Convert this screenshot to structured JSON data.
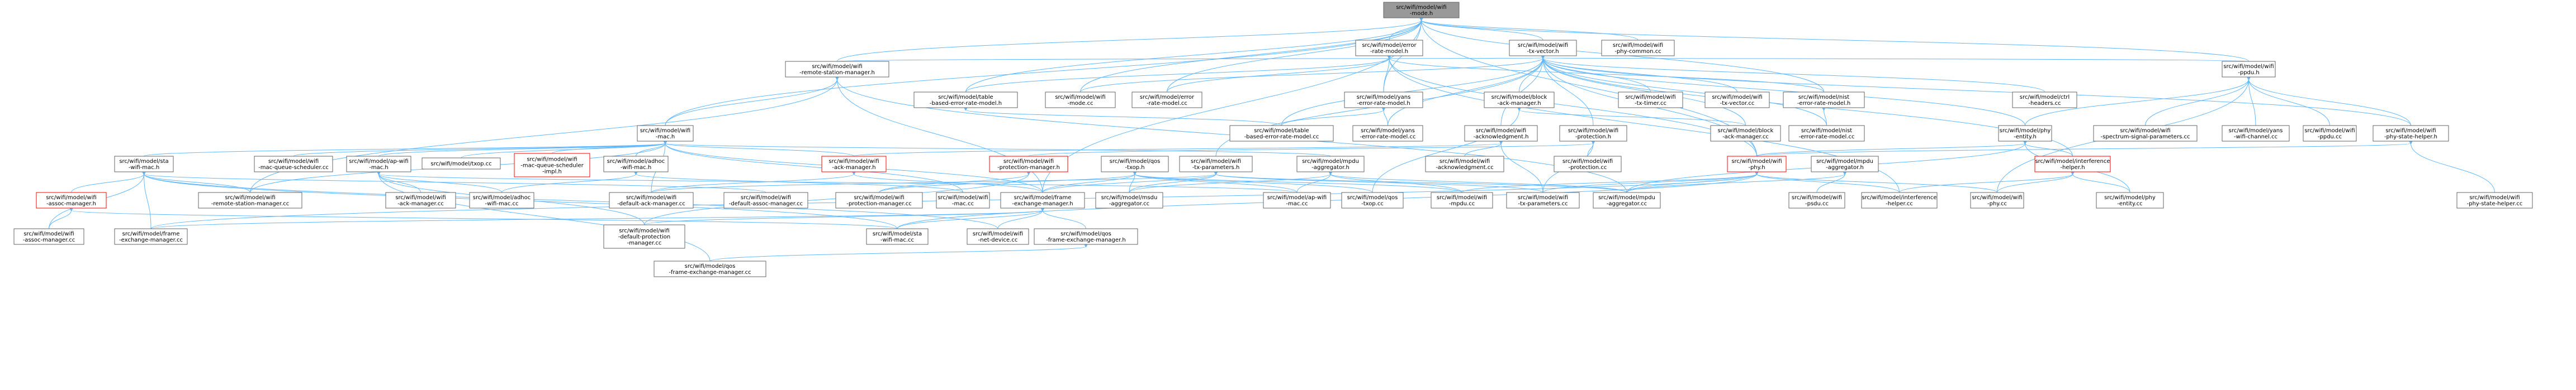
{
  "colors": {
    "edge": "#63b8ff",
    "root_fill": "#999999",
    "node_border": "#666666",
    "red_border": "#ff0000"
  },
  "nodes": [
    {
      "id": "root",
      "lines": [
        "src/wifi/model/wifi",
        "-mode.h"
      ],
      "root": true
    },
    {
      "id": "err_rate_h",
      "lines": [
        "src/wifi/model/error",
        "-rate-model.h"
      ]
    },
    {
      "id": "txvector_h",
      "lines": [
        "src/wifi/model/wifi",
        "-tx-vector.h"
      ]
    },
    {
      "id": "phycommon",
      "lines": [
        "src/wifi/model/wifi",
        "-phy-common.cc"
      ]
    },
    {
      "id": "rsm_h",
      "lines": [
        "src/wifi/model/wifi",
        "-remote-station-manager.h"
      ]
    },
    {
      "id": "table_h",
      "lines": [
        "src/wifi/model/table",
        "-based-error-rate-model.h"
      ]
    },
    {
      "id": "mode_cc",
      "lines": [
        "src/wifi/model/wifi",
        "-mode.cc"
      ]
    },
    {
      "id": "err_rate_cc",
      "lines": [
        "src/wifi/model/error",
        "-rate-model.cc"
      ]
    },
    {
      "id": "yans_err_h",
      "lines": [
        "src/wifi/model/yans",
        "-error-rate-model.h"
      ]
    },
    {
      "id": "block_ack_mgr_h",
      "lines": [
        "src/wifi/model/block",
        "-ack-manager.h"
      ]
    },
    {
      "id": "txtimer",
      "lines": [
        "src/wifi/model/wifi",
        "-tx-timer.cc"
      ]
    },
    {
      "id": "txvector_cc",
      "lines": [
        "src/wifi/model/wifi",
        "-tx-vector.cc"
      ]
    },
    {
      "id": "mist_h",
      "lines": [
        "src/wifi/model/nist",
        "-error-rate-model.h"
      ]
    },
    {
      "id": "ctrl_headers",
      "lines": [
        "src/wifi/model/ctrl",
        "-headers.cc"
      ]
    },
    {
      "id": "ppdu_h",
      "lines": [
        "src/wifi/model/wifi",
        "-ppdu.h"
      ]
    },
    {
      "id": "mac_h",
      "lines": [
        "src/wifi/model/wifi",
        "-mac.h"
      ]
    },
    {
      "id": "table_cc",
      "lines": [
        "src/wifi/model/table",
        "-based-error-rate-model.cc"
      ]
    },
    {
      "id": "yans_err_cc",
      "lines": [
        "src/wifi/model/yans",
        "-error-rate-model.cc"
      ]
    },
    {
      "id": "ackn_h",
      "lines": [
        "src/wifi/model/wifi",
        "-acknowledgment.h"
      ]
    },
    {
      "id": "prot_h",
      "lines": [
        "src/wifi/model/wifi",
        "-protection.h"
      ]
    },
    {
      "id": "block_ack_mgr_cc",
      "lines": [
        "src/wifi/model/block",
        "-ack-manager.cc"
      ]
    },
    {
      "id": "mist_cc",
      "lines": [
        "src/wifi/model/nist",
        "-error-rate-model.cc"
      ]
    },
    {
      "id": "phy_entity_h",
      "lines": [
        "src/wifi/model/phy",
        "-entity.h"
      ]
    },
    {
      "id": "spectrum_sig",
      "lines": [
        "src/wifi/model/wifi",
        "-spectrum-signal-parameters.cc"
      ]
    },
    {
      "id": "yans_channel",
      "lines": [
        "src/wifi/model/yans",
        "-wifi-channel.cc"
      ]
    },
    {
      "id": "ppdu_cc",
      "lines": [
        "src/wifi/model/wifi",
        "-ppdu.cc"
      ]
    },
    {
      "id": "phy_state_h",
      "lines": [
        "src/wifi/model/wifi",
        "-phy-state-helper.h"
      ]
    },
    {
      "id": "sta_mac_h",
      "lines": [
        "src/wifi/model/sta",
        "-wifi-mac.h"
      ]
    },
    {
      "id": "mac_qsched",
      "lines": [
        "src/wifi/model/wifi",
        "-mac-queue-scheduler.cc"
      ]
    },
    {
      "id": "ap_mac_h",
      "lines": [
        "src/wifi/model/ap-wifi",
        "-mac.h"
      ]
    },
    {
      "id": "txop_cc",
      "lines": [
        "src/wifi/model/txop.cc"
      ]
    },
    {
      "id": "mac_qsched_impl",
      "lines": [
        "src/wifi/model/wifi",
        "-mac-queue-scheduler",
        "-impl.h"
      ],
      "red": true
    },
    {
      "id": "adhoc_h",
      "lines": [
        "src/wifi/model/adhoc",
        "-wifi-mac.h"
      ]
    },
    {
      "id": "ack_mgr_h",
      "lines": [
        "src/wifi/model/wifi",
        "-ack-manager.h"
      ],
      "red": true
    },
    {
      "id": "prot_mgr_h",
      "lines": [
        "src/wifi/model/wifi",
        "-protection-manager.h"
      ],
      "red": true
    },
    {
      "id": "qos_txop_h",
      "lines": [
        "src/wifi/model/qos",
        "-txop.h"
      ]
    },
    {
      "id": "txparams_h",
      "lines": [
        "src/wifi/model/wifi",
        "-tx-parameters.h"
      ]
    },
    {
      "id": "mpdu_agg_h",
      "lines": [
        "src/wifi/model/mpdu",
        "-aggregator.h"
      ]
    },
    {
      "id": "ackn_cc",
      "lines": [
        "src/wifi/model/wifi",
        "-acknowledgment.cc"
      ]
    },
    {
      "id": "prot_cc",
      "lines": [
        "src/wifi/model/wifi",
        "-protection.cc"
      ]
    },
    {
      "id": "phy_h",
      "lines": [
        "src/wifi/model/wifi",
        "-phy.h"
      ],
      "red": true
    },
    {
      "id": "mpdu_agg2_h",
      "lines": [
        "src/wifi/model/mpdu",
        "-aggregator.h"
      ]
    },
    {
      "id": "interf_h",
      "lines": [
        "src/wifi/model/interference",
        "-helper.h"
      ],
      "red": true
    },
    {
      "id": "assoc_mgr_h",
      "lines": [
        "src/wifi/model/wifi",
        "-assoc-manager.h"
      ],
      "red": true
    },
    {
      "id": "rsm_cc",
      "lines": [
        "src/wifi/model/wifi",
        "-remote-station-manager.cc"
      ]
    },
    {
      "id": "ack_mgr_cc",
      "lines": [
        "src/wifi/model/wifi",
        "-ack-manager.cc"
      ]
    },
    {
      "id": "adhoc_cc",
      "lines": [
        "src/wifi/model/adhoc",
        "-wifi-mac.cc"
      ]
    },
    {
      "id": "def_ack_cc",
      "lines": [
        "src/wifi/model/wifi",
        "-default-ack-manager.cc"
      ]
    },
    {
      "id": "def_assoc_cc",
      "lines": [
        "src/wifi/model/wifi",
        "-default-assoc-manager.cc"
      ]
    },
    {
      "id": "prot_mgr_cc",
      "lines": [
        "src/wifi/model/wifi",
        "-protection-manager.cc"
      ]
    },
    {
      "id": "mac_cc",
      "lines": [
        "src/wifi/model/wifi",
        "-mac.cc"
      ]
    },
    {
      "id": "fem_h",
      "lines": [
        "src/wifi/model/frame",
        "-exchange-manager.h"
      ]
    },
    {
      "id": "mpdu_agg_cc",
      "lines": [
        "src/wifi/model/msdu",
        "-aggregator.cc"
      ]
    },
    {
      "id": "ap_mac_cc",
      "lines": [
        "src/wifi/model/ap-wifi",
        "-mac.cc"
      ]
    },
    {
      "id": "qos_txop_cc",
      "lines": [
        "src/wifi/model/qos",
        "-txop.cc"
      ]
    },
    {
      "id": "mpdu_cc",
      "lines": [
        "src/wifi/model/wifi",
        "-mpdu.cc"
      ]
    },
    {
      "id": "txparams_cc",
      "lines": [
        "src/wifi/model/wifi",
        "-tx-parameters.cc"
      ]
    },
    {
      "id": "mpdu_agg2_cc",
      "lines": [
        "src/wifi/model/mpdu",
        "-aggregator.cc"
      ]
    },
    {
      "id": "psdu_cc",
      "lines": [
        "src/wifi/model/wifi",
        "-psdu.cc"
      ]
    },
    {
      "id": "interf_cc",
      "lines": [
        "src/wifi/model/interference",
        "-helper.cc"
      ]
    },
    {
      "id": "phy_cc",
      "lines": [
        "src/wifi/model/wifi",
        "-phy.cc"
      ]
    },
    {
      "id": "phy_entity_cc",
      "lines": [
        "src/wifi/model/phy",
        "-entity.cc"
      ]
    },
    {
      "id": "phy_state_cc",
      "lines": [
        "src/wifi/model/wifi",
        "-phy-state-helper.cc"
      ]
    },
    {
      "id": "assoc_mgr_cc",
      "lines": [
        "src/wifi/model/wifi",
        "-assoc-manager.cc"
      ]
    },
    {
      "id": "fem_cc",
      "lines": [
        "src/wifi/model/frame",
        "-exchange-manager.cc"
      ]
    },
    {
      "id": "def_prot_cc",
      "lines": [
        "src/wifi/model/wifi",
        "-default-protection",
        "-manager.cc"
      ]
    },
    {
      "id": "sta_mac_cc",
      "lines": [
        "src/wifi/model/sta",
        "-wifi-mac.cc"
      ]
    },
    {
      "id": "netdev_cc",
      "lines": [
        "src/wifi/model/wifi",
        "-net-device.cc"
      ]
    },
    {
      "id": "qos_fem_h",
      "lines": [
        "src/wifi/model/qos",
        "-frame-exchange-manager.h"
      ]
    },
    {
      "id": "qos_fem_cc",
      "lines": [
        "src/wifi/model/qos",
        "-frame-exchange-manager.cc"
      ]
    }
  ],
  "edges": [
    [
      "root",
      "err_rate_h"
    ],
    [
      "root",
      "txvector_h"
    ],
    [
      "root",
      "phycommon"
    ],
    [
      "root",
      "rsm_h"
    ],
    [
      "root",
      "table_h"
    ],
    [
      "root",
      "mode_cc"
    ],
    [
      "root",
      "err_rate_cc"
    ],
    [
      "root",
      "yans_err_h"
    ],
    [
      "root",
      "mist_h"
    ],
    [
      "root",
      "ppdu_h"
    ],
    [
      "root",
      "phy_h"
    ],
    [
      "root",
      "mac_h"
    ],
    [
      "root",
      "fem_h"
    ],
    [
      "err_rate_h",
      "table_h"
    ],
    [
      "err_rate_h",
      "err_rate_cc"
    ],
    [
      "err_rate_h",
      "yans_err_h"
    ],
    [
      "err_rate_h",
      "mist_h"
    ],
    [
      "err_rate_h",
      "phy_h"
    ],
    [
      "err_rate_h",
      "interf_cc"
    ],
    [
      "txvector_h",
      "mode_cc"
    ],
    [
      "txvector_h",
      "block_ack_mgr_h"
    ],
    [
      "txvector_h",
      "txtimer"
    ],
    [
      "txvector_h",
      "txvector_cc"
    ],
    [
      "txvector_h",
      "ctrl_headers"
    ],
    [
      "txvector_h",
      "ppdu_h"
    ],
    [
      "txvector_h",
      "rsm_h"
    ],
    [
      "txvector_h",
      "ackn_h"
    ],
    [
      "txvector_h",
      "prot_h"
    ],
    [
      "txvector_h",
      "table_cc"
    ],
    [
      "txvector_h",
      "yans_err_cc"
    ],
    [
      "txvector_h",
      "block_ack_mgr_cc"
    ],
    [
      "txvector_h",
      "phy_entity_h"
    ],
    [
      "txvector_h",
      "phy_state_h"
    ],
    [
      "txvector_h",
      "mist_cc"
    ],
    [
      "txvector_h",
      "interf_h"
    ],
    [
      "txvector_h",
      "phy_h"
    ],
    [
      "txvector_h",
      "txparams_h"
    ],
    [
      "rsm_h",
      "mac_h"
    ],
    [
      "rsm_h",
      "rsm_cc"
    ],
    [
      "rsm_h",
      "fem_h"
    ],
    [
      "rsm_h",
      "mpdu_agg2_cc"
    ],
    [
      "table_h",
      "table_cc"
    ],
    [
      "yans_err_h",
      "table_cc"
    ],
    [
      "yans_err_h",
      "yans_err_cc"
    ],
    [
      "mist_h",
      "mist_cc"
    ],
    [
      "block_ack_mgr_h",
      "block_ack_mgr_cc"
    ],
    [
      "block_ack_mgr_h",
      "qos_txop_cc"
    ],
    [
      "ppdu_h",
      "spectrum_sig"
    ],
    [
      "ppdu_h",
      "yans_channel"
    ],
    [
      "ppdu_h",
      "ppdu_cc"
    ],
    [
      "ppdu_h",
      "phy_state_h"
    ],
    [
      "ppdu_h",
      "phy_entity_h"
    ],
    [
      "ppdu_h",
      "phy_cc"
    ],
    [
      "ackn_h",
      "ackn_cc"
    ],
    [
      "ackn_h",
      "ack_mgr_h"
    ],
    [
      "ackn_h",
      "txparams_cc"
    ],
    [
      "prot_h",
      "prot_cc"
    ],
    [
      "prot_h",
      "prot_mgr_h"
    ],
    [
      "prot_h",
      "txparams_cc"
    ],
    [
      "phy_entity_h",
      "phy_h"
    ],
    [
      "phy_entity_h",
      "interf_h"
    ],
    [
      "phy_entity_h",
      "phy_entity_cc"
    ],
    [
      "phy_entity_h",
      "mpdu_agg2_cc"
    ],
    [
      "phy_state_h",
      "phy_state_cc"
    ],
    [
      "phy_state_h",
      "phy_h"
    ],
    [
      "mac_h",
      "sta_mac_h"
    ],
    [
      "mac_h",
      "mac_qsched"
    ],
    [
      "mac_h",
      "ap_mac_h"
    ],
    [
      "mac_h",
      "txop_cc"
    ],
    [
      "mac_h",
      "mac_qsched_impl"
    ],
    [
      "mac_h",
      "adhoc_h"
    ],
    [
      "mac_h",
      "ack_mgr_h"
    ],
    [
      "mac_h",
      "mpdu_agg_h"
    ],
    [
      "mac_h",
      "rsm_cc"
    ],
    [
      "mac_h",
      "mac_cc"
    ],
    [
      "mac_h",
      "fem_h"
    ],
    [
      "mac_h",
      "def_ack_cc"
    ],
    [
      "sta_mac_h",
      "assoc_mgr_h"
    ],
    [
      "sta_mac_h",
      "rsm_cc"
    ],
    [
      "sta_mac_h",
      "fem_cc"
    ],
    [
      "sta_mac_h",
      "sta_mac_cc"
    ],
    [
      "sta_mac_h",
      "assoc_mgr_cc"
    ],
    [
      "sta_mac_h",
      "def_assoc_cc"
    ],
    [
      "sta_mac_h",
      "netdev_cc"
    ],
    [
      "ap_mac_h",
      "ack_mgr_cc"
    ],
    [
      "ap_mac_h",
      "adhoc_cc"
    ],
    [
      "ap_mac_h",
      "ap_mac_cc"
    ],
    [
      "ap_mac_h",
      "def_prot_cc"
    ],
    [
      "ap_mac_h",
      "qos_fem_cc"
    ],
    [
      "adhoc_h",
      "adhoc_cc"
    ],
    [
      "adhoc_h",
      "mac_cc"
    ],
    [
      "ack_mgr_h",
      "def_ack_cc"
    ],
    [
      "ack_mgr_h",
      "fem_h"
    ],
    [
      "prot_mgr_h",
      "prot_mgr_cc"
    ],
    [
      "prot_mgr_h",
      "def_prot_cc"
    ],
    [
      "qos_txop_h",
      "qos_txop_cc"
    ],
    [
      "qos_txop_h",
      "mpdu_agg_cc"
    ],
    [
      "qos_txop_h",
      "fem_h"
    ],
    [
      "qos_txop_h",
      "ap_mac_cc"
    ],
    [
      "qos_txop_h",
      "mpdu_cc"
    ],
    [
      "qos_txop_h",
      "prot_mgr_cc"
    ],
    [
      "txparams_h",
      "txparams_cc"
    ],
    [
      "txparams_h",
      "fem_h"
    ],
    [
      "txparams_h",
      "mpdu_agg_cc"
    ],
    [
      "txparams_h",
      "mpdu_agg2_cc"
    ],
    [
      "txparams_h",
      "def_ack_cc"
    ],
    [
      "mpdu_agg_h",
      "mpdu_agg_cc"
    ],
    [
      "mpdu_agg_h",
      "mpdu_agg2_cc"
    ],
    [
      "mpdu_agg_h",
      "mpdu_cc"
    ],
    [
      "mpdu_agg_h",
      "ap_mac_cc"
    ],
    [
      "phy_h",
      "interf_cc"
    ],
    [
      "phy_h",
      "phy_cc"
    ],
    [
      "phy_h",
      "mpdu_agg2_cc"
    ],
    [
      "phy_h",
      "txparams_cc"
    ],
    [
      "phy_h",
      "sta_mac_cc"
    ],
    [
      "phy_h",
      "fem_cc"
    ],
    [
      "phy_h",
      "mpdu_cc"
    ],
    [
      "mpdu_agg2_h",
      "mpdu_agg2_cc"
    ],
    [
      "mpdu_agg2_h",
      "psdu_cc"
    ],
    [
      "interf_h",
      "interf_cc"
    ],
    [
      "interf_h",
      "phy_cc"
    ],
    [
      "interf_h",
      "phy_entity_cc"
    ],
    [
      "assoc_mgr_h",
      "assoc_mgr_cc"
    ],
    [
      "assoc_mgr_h",
      "sta_mac_cc"
    ],
    [
      "fem_h",
      "fem_cc"
    ],
    [
      "fem_h",
      "def_prot_cc"
    ],
    [
      "fem_h",
      "sta_mac_cc"
    ],
    [
      "fem_h",
      "netdev_cc"
    ],
    [
      "fem_h",
      "qos_fem_h"
    ],
    [
      "qos_fem_h",
      "qos_fem_cc"
    ]
  ]
}
